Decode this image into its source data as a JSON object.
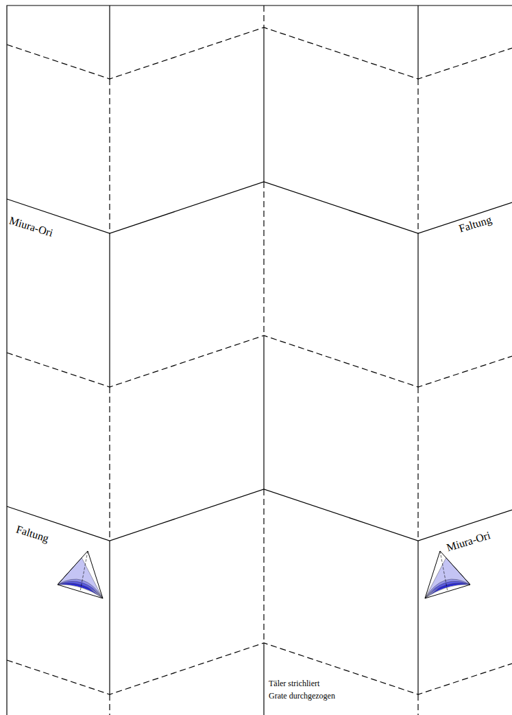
{
  "diagram": {
    "labels": [
      "Miura-Ori",
      "Faltung",
      "Faltung",
      "Miura-Ori",
      "Täler strichliert",
      "Grate durchgezogen"
    ]
  }
}
